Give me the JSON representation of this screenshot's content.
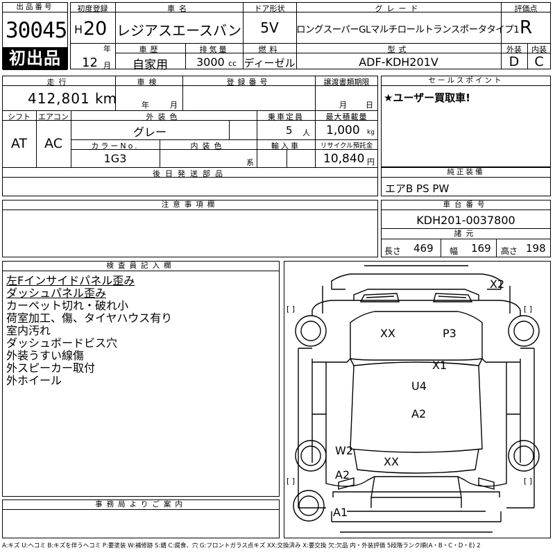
{
  "lot": {
    "header": "出品番号",
    "number": "30045",
    "badge": "初出品"
  },
  "reg": {
    "header": "初度登録",
    "era": "H",
    "year": "20",
    "year_unit": "年",
    "month": "12",
    "month_unit": "月"
  },
  "car": {
    "header": "車名",
    "name": "レジアスエースバン"
  },
  "door": {
    "header": "ドア形状",
    "value": "5V"
  },
  "grade": {
    "header": "グレード",
    "value": "ロングスーパーGLマルチロールトランスポータタイプ1"
  },
  "score": {
    "header": "評価点",
    "value": "R"
  },
  "history": {
    "header": "車歴",
    "value": "自家用"
  },
  "displacement": {
    "header": "排気量",
    "value": "3000",
    "unit": "cc"
  },
  "fuel": {
    "header": "燃料",
    "value": "ディーゼル"
  },
  "model": {
    "header": "型式",
    "value": "ADF-KDH201V"
  },
  "exterior_score": {
    "header": "外装",
    "value": "D"
  },
  "interior_score": {
    "header": "内装",
    "value": "C"
  },
  "mileage": {
    "header": "走行",
    "value": "412,801",
    "unit": "km"
  },
  "inspection": {
    "header": "車検",
    "year_unit": "年",
    "month_unit": "月"
  },
  "regno": {
    "header": "登録番号"
  },
  "transfer": {
    "header": "譲渡書類期限",
    "month_unit": "月",
    "day_unit": "日"
  },
  "sales": {
    "header": "セールスポイント",
    "text": "★ユーザー買取車!"
  },
  "shift": {
    "header": "シフト",
    "value": "AT"
  },
  "aircon": {
    "header": "エアコン",
    "value": "AC"
  },
  "color": {
    "header": "外装色",
    "value": "グレー"
  },
  "capacity": {
    "header": "乗車定員",
    "value": "5",
    "unit": "人"
  },
  "load": {
    "header": "最大積載量",
    "value": "1,000",
    "unit": "kg"
  },
  "colorno": {
    "header": "カラーNo.",
    "value": "1G3"
  },
  "intcolor": {
    "header": "内装色",
    "unit": "系"
  },
  "import": {
    "header": "輸入車"
  },
  "recycle": {
    "header": "リサイクル預託金",
    "value": "10,840",
    "unit": "円"
  },
  "later_parts": {
    "header": "後日発送部品"
  },
  "equipment": {
    "header": "純正装備",
    "value": "エアB PS PW"
  },
  "notes": {
    "header": "注意事項欄"
  },
  "chassis": {
    "header": "車台番号",
    "value": "KDH201-0037800"
  },
  "dims": {
    "header": "諸元",
    "length_label": "長さ",
    "length": "469",
    "width_label": "幅",
    "width": "169",
    "height_label": "高さ",
    "height": "198"
  },
  "inspector": {
    "header": "検査員記入欄",
    "lines": [
      "左Fインサイドパネル歪み",
      "ダッシュパネル歪み",
      "カーペット切れ・破れ小",
      "荷室加工、傷、タイヤハウス有り",
      "室内汚れ",
      "ダッシュボードビス穴",
      "外装うすい線傷",
      "外スピーカー取付",
      "外ホイール"
    ]
  },
  "diagram": {
    "marks": [
      "X2",
      "XX",
      "P3",
      "X1",
      "U4",
      "A2",
      "W2",
      "XX",
      "A2",
      "A1"
    ],
    "bracket": "[ ]"
  },
  "office": {
    "header": "事務局よりご案内"
  },
  "legend": "A:キズ U:ヘコミ B:キズを伴うヘコミ P:要塗装 W:補修跡 S:錆 C:腐食、穴 G:フロントガラス点キズ XX:交換済み X:要交換 欠:欠品 内・外装評価 5段階ランク順(A・B・C・D・E) 2"
}
